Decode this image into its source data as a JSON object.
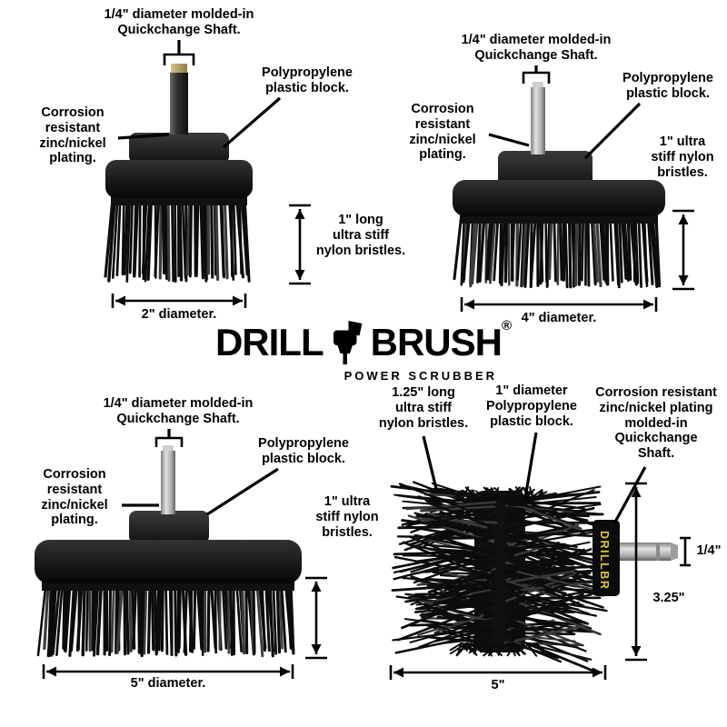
{
  "logo": {
    "brand_left": "DRILL",
    "brand_right": "BRUSH",
    "registered": "®",
    "tagline": "POWER SCRUBBER"
  },
  "brush_2in": {
    "shaft_label": "1/4\" diameter molded-in\nQuickchange Shaft.",
    "block_label": "Polypropylene\nplastic block.",
    "plating_label": "Corrosion\nresistant\nzinc/nickel\nplating.",
    "bristle_label": "1\" long\nultra stiff\nnylon bristles.",
    "diameter_label": "2\" diameter."
  },
  "brush_4in": {
    "shaft_label": "1/4\" diameter molded-in\nQuickchange Shaft.",
    "block_label": "Polypropylene\nplastic block.",
    "plating_label": "Corrosion\nresistant\nzinc/nickel\nplating.",
    "bristle_label": "1\" ultra\nstiff nylon\nbristles.",
    "diameter_label": "4\" diameter."
  },
  "brush_5in": {
    "shaft_label": "1/4\" diameter molded-in\nQuickchange Shaft.",
    "block_label": "Polypropylene\nplastic block.",
    "plating_label": "Corrosion\nresistant\nzinc/nickel\nplating.",
    "bristle_label": "1\" ultra\nstiff nylon\nbristles.",
    "diameter_label": "5\" diameter."
  },
  "brush_bottle": {
    "bristle_label": "1.25\" long\nultra stiff\nnylon bristles.",
    "block_label": "1\" diameter\nPolypropylene\nplastic block.",
    "shaft_label": "Corrosion resistant\nzinc/nickel plating\nmolded-in\nQuickchange\nShaft.",
    "shaft_print": "DRILLBR",
    "shaft_size_label": "1/4\"",
    "height_label": "3.25\"",
    "length_label": "5\""
  },
  "colors": {
    "bristle_black": "#0c0c0c",
    "brand_yellow": "#e8c43a"
  }
}
